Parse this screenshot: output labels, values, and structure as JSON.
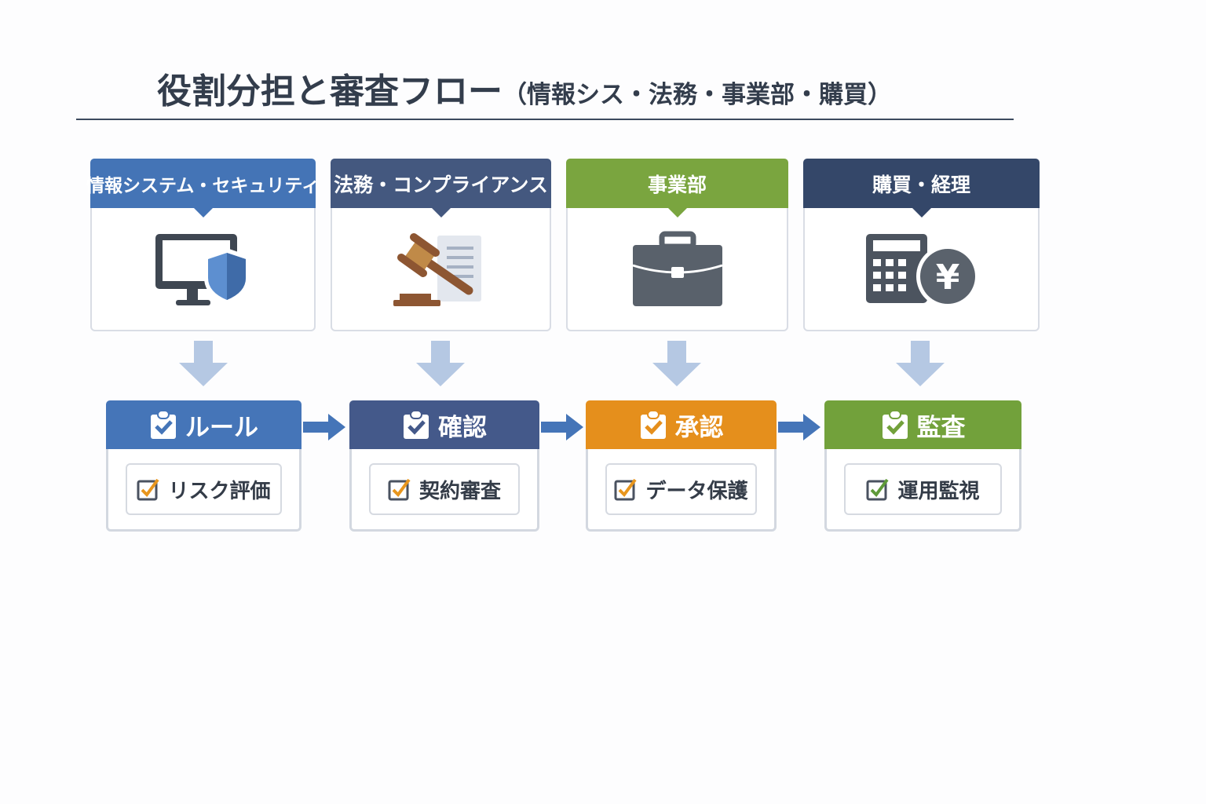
{
  "title": {
    "main": "役割分担と審査フロー",
    "sub": "（情報シス・法務・事業部・購買）"
  },
  "roles": [
    {
      "label": "情報システム・セキュリティ",
      "icon": "monitor-shield-icon",
      "color": "#4474b6"
    },
    {
      "label": "法務・コンプライアンス",
      "icon": "gavel-document-icon",
      "color": "#44587f"
    },
    {
      "label": "事業部",
      "icon": "briefcase-icon",
      "color": "#7aa53f"
    },
    {
      "label": "購買・経理",
      "icon": "calculator-yen-icon",
      "color": "#344769"
    }
  ],
  "steps": [
    {
      "label": "ルール",
      "item": "リスク評価",
      "color": "#4575b8",
      "check_color": "#e8961e"
    },
    {
      "label": "確認",
      "item": "契約審査",
      "color": "#44598a",
      "check_color": "#e8961e"
    },
    {
      "label": "承認",
      "item": "データ保護",
      "color": "#e58f1c",
      "check_color": "#e8961e"
    },
    {
      "label": "監査",
      "item": "運用監視",
      "color": "#72a13b",
      "check_color": "#5f9a3a"
    }
  ]
}
